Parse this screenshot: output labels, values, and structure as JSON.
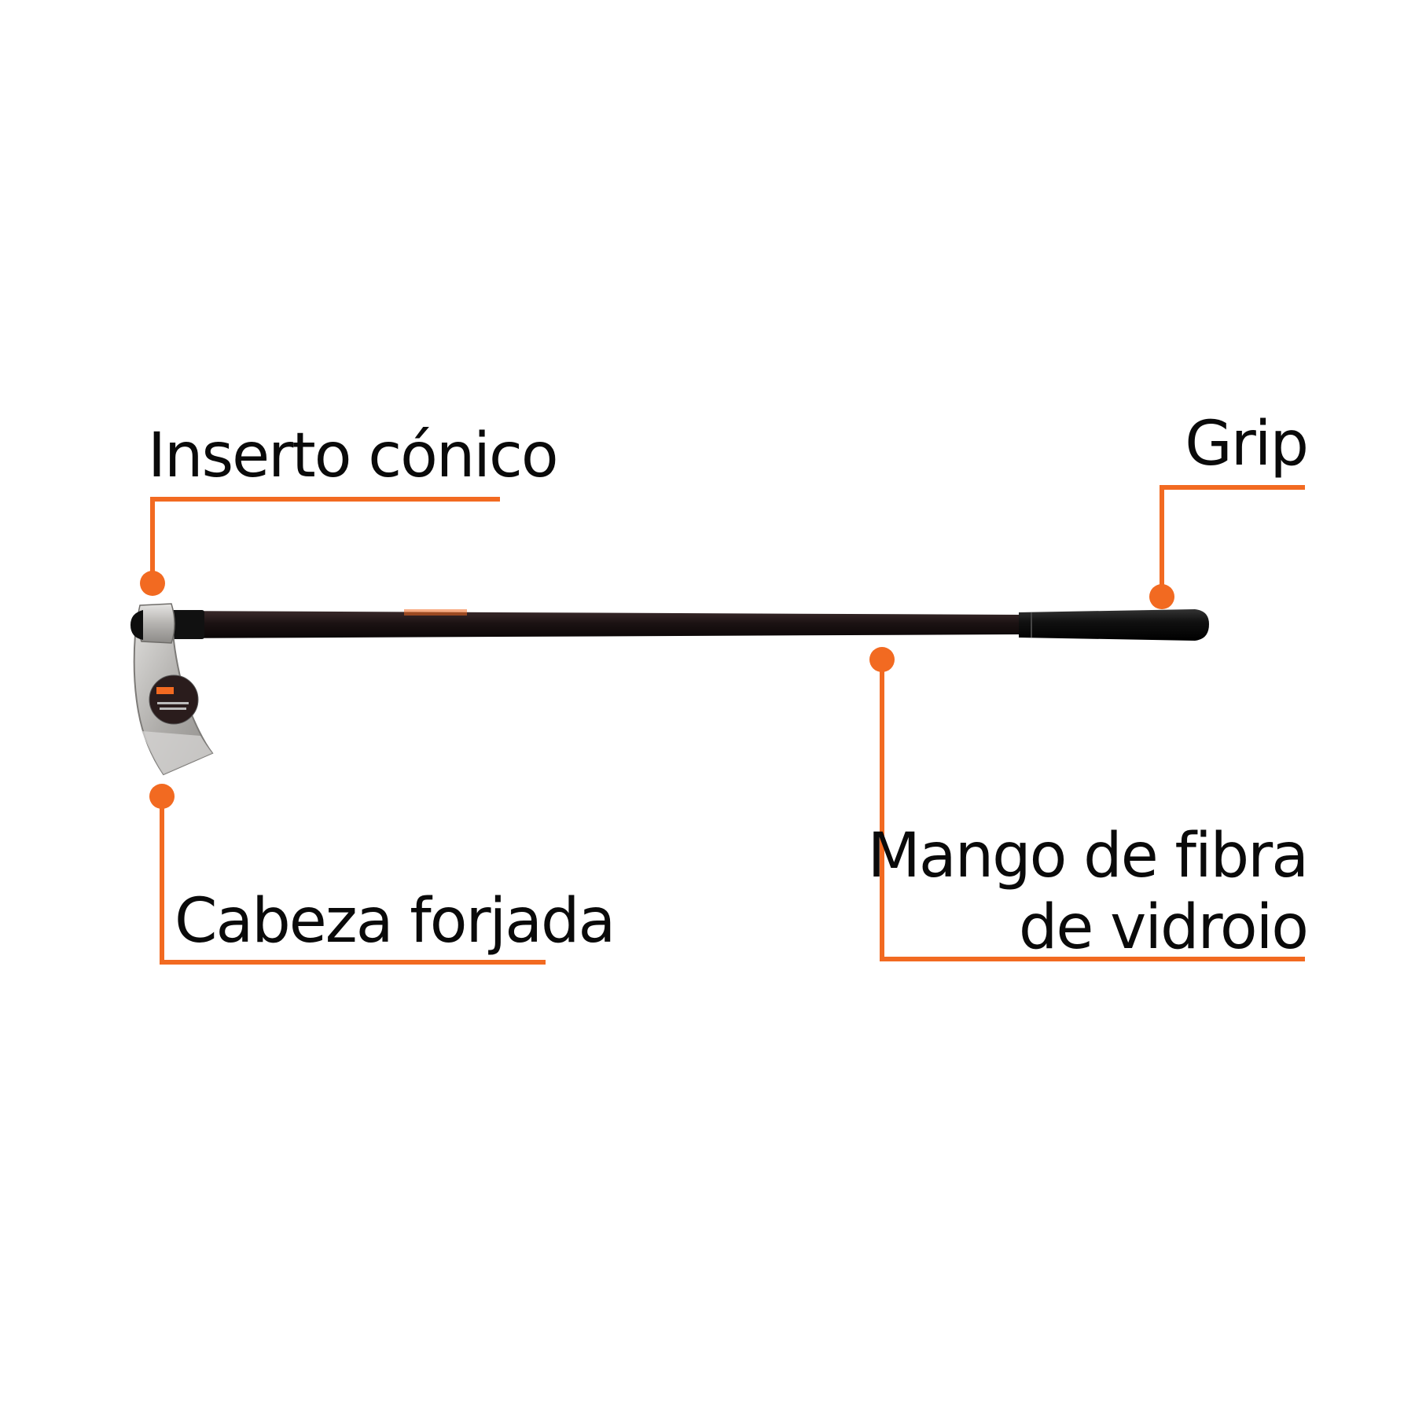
{
  "callouts": {
    "insert": {
      "label": "Inserto cónico"
    },
    "grip": {
      "label": "Grip"
    },
    "head": {
      "label": "Cabeza forjada"
    },
    "handle": {
      "line1": "Mango de fibra",
      "line2": "de vidroio"
    }
  },
  "product": {
    "icons": {
      "tool": "hoe-icon",
      "marker": "callout-dot-icon"
    },
    "colors": {
      "accent": "#f26a21",
      "text": "#0a0a0a",
      "handle": "#1c1213",
      "grip": "#0d0d0d",
      "blade": "#b9b7b4",
      "collar": "#c9c8c6"
    }
  }
}
